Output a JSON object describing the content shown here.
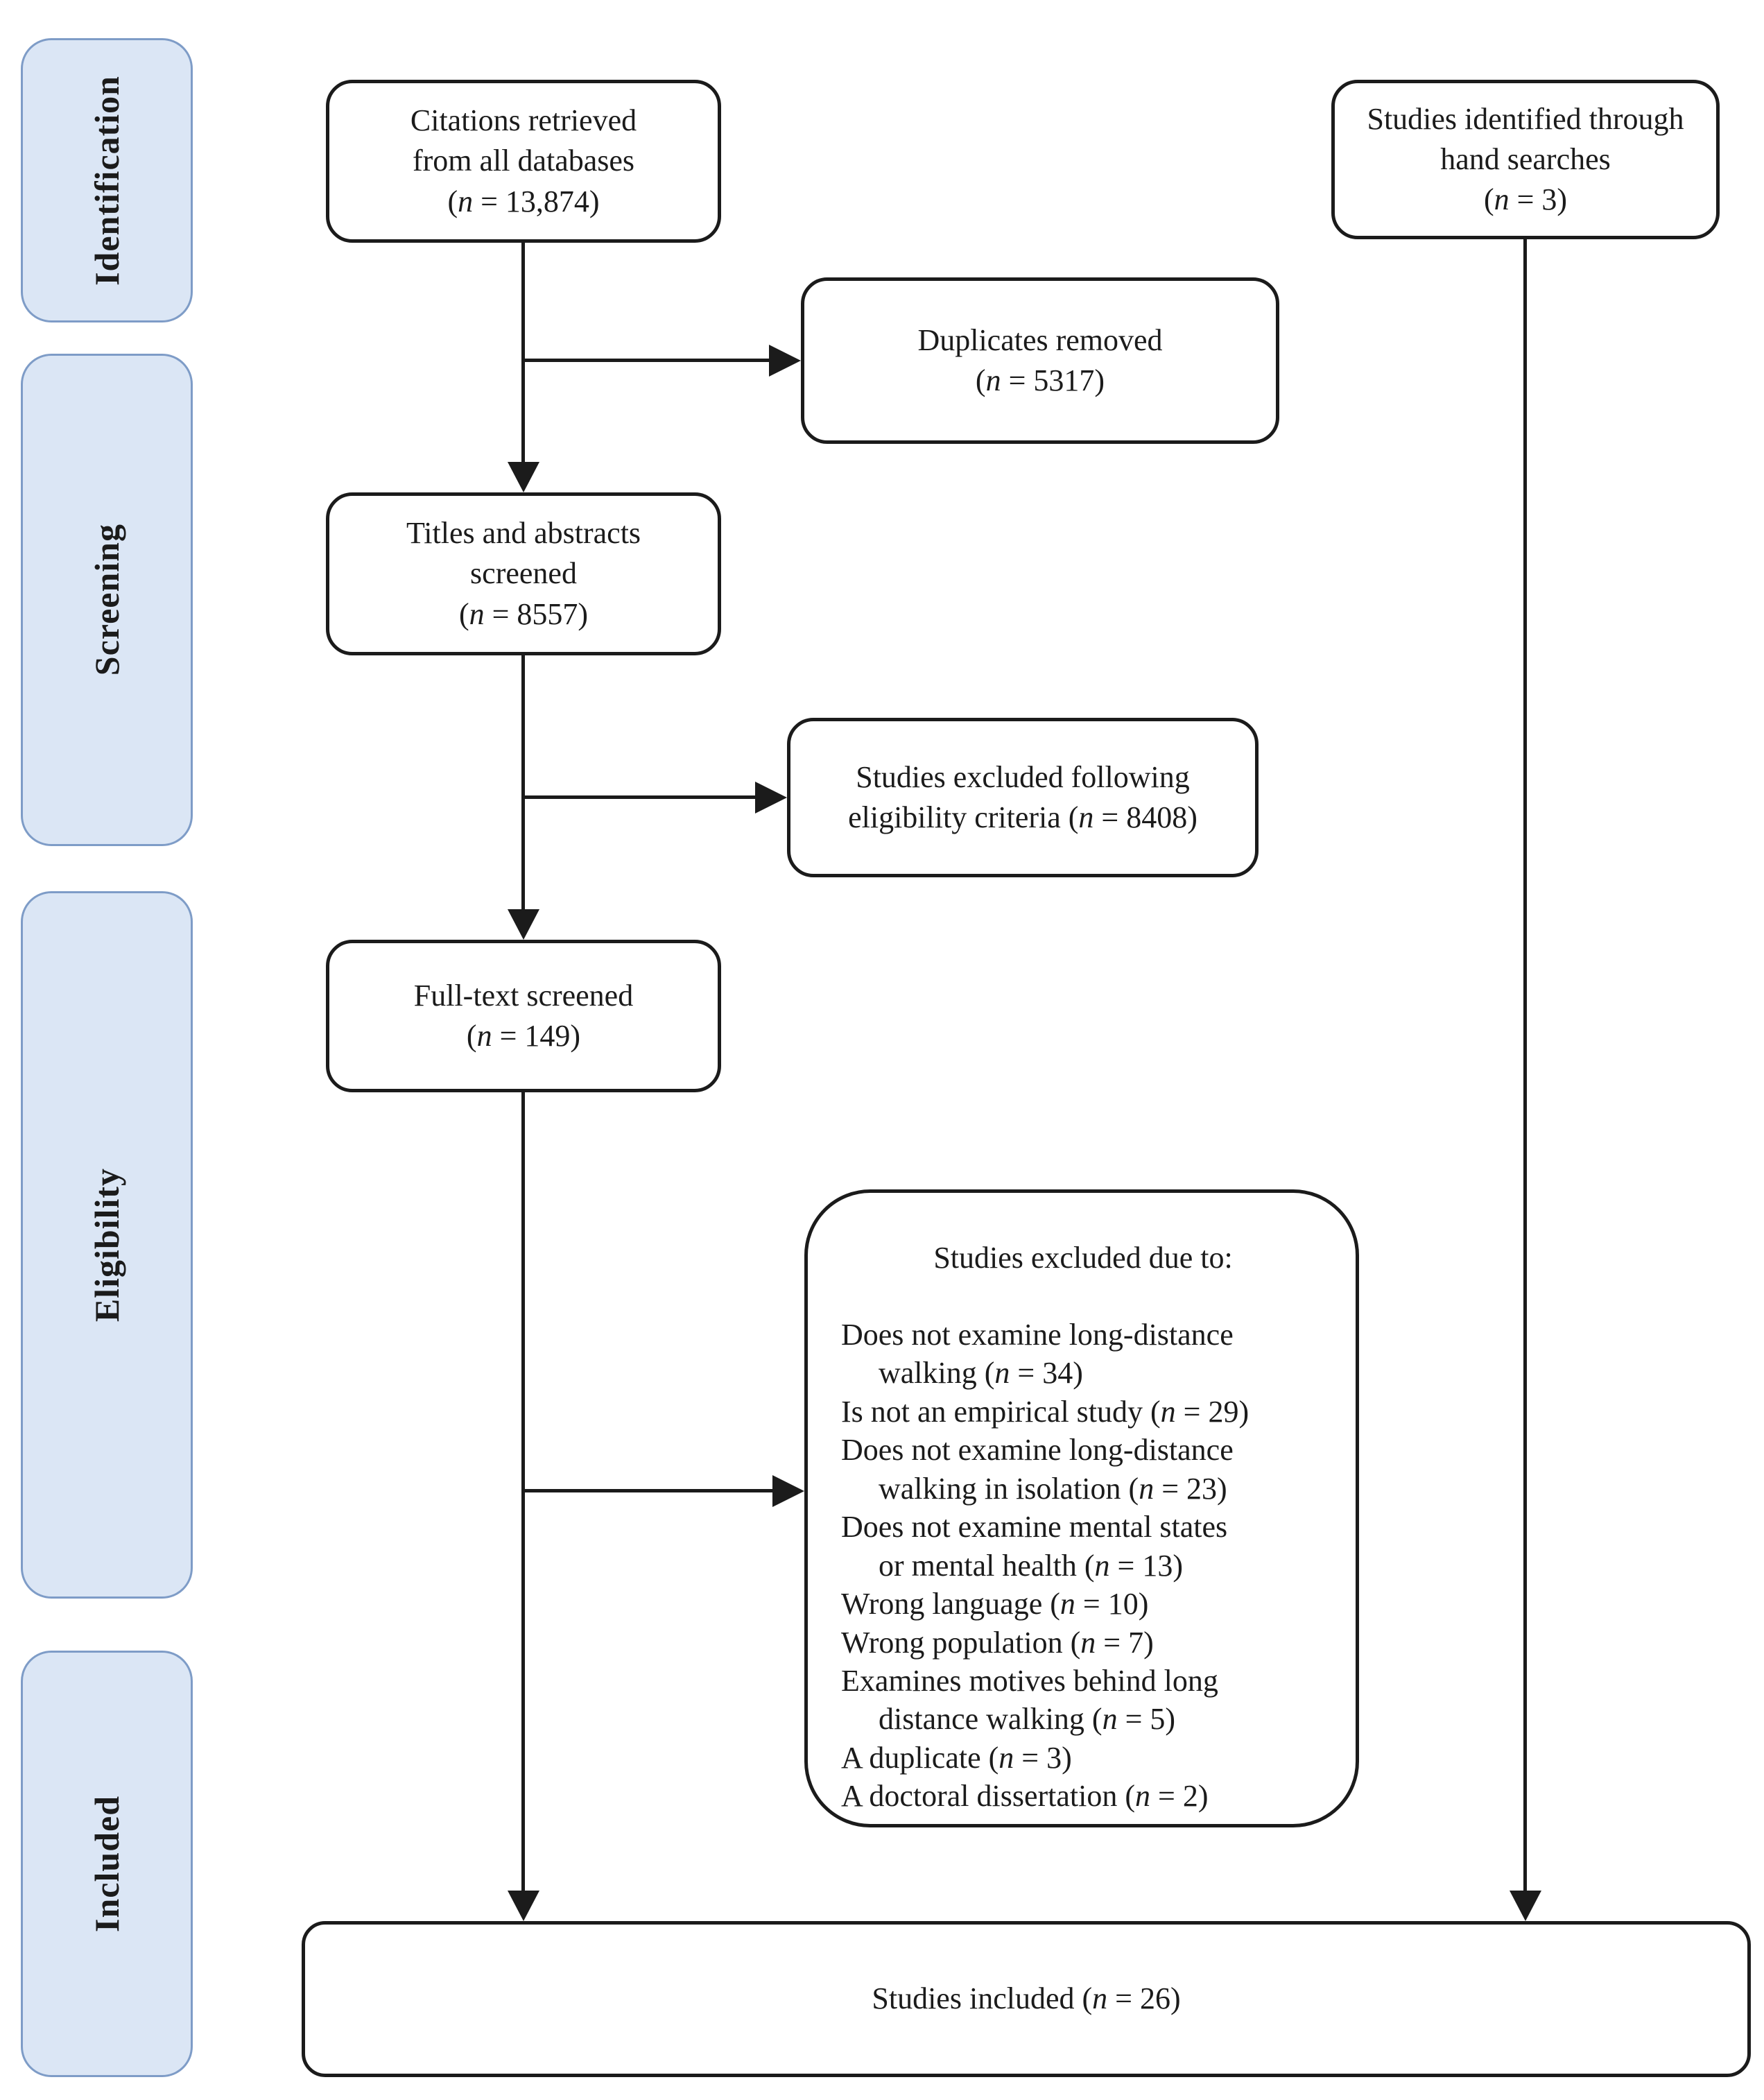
{
  "figure": {
    "kind": "PRISMA-style study selection flow diagram"
  },
  "sidebar": {
    "stages": [
      {
        "label": "Identification"
      },
      {
        "label": "Screening"
      },
      {
        "label": "Eligibility"
      },
      {
        "label": "Included"
      }
    ]
  },
  "boxes": {
    "citations": {
      "lines": [
        "Citations retrieved",
        "from all databases",
        "(n = 13,874)"
      ]
    },
    "hand_searches": {
      "lines": [
        "Studies identified through",
        "hand searches",
        "(n = 3)"
      ]
    },
    "duplicates": {
      "lines": [
        "Duplicates removed",
        "(n = 5317)"
      ]
    },
    "titles_abstracts": {
      "lines": [
        "Titles and abstracts",
        "screened",
        "(n = 8557)"
      ]
    },
    "excluded_eligibility": {
      "lines": [
        "Studies excluded following",
        "eligibility criteria (n = 8408)"
      ]
    },
    "fulltext": {
      "lines": [
        "Full-text screened",
        "(n = 149)"
      ]
    },
    "excluded_detail": {
      "title": "Studies excluded due to:",
      "reasons": [
        [
          "Does not examine long-distance",
          "walking (n = 34)"
        ],
        [
          "Is not an empirical study (n = 29)"
        ],
        [
          "Does not examine long-distance",
          "walking in isolation (n = 23)"
        ],
        [
          "Does not examine mental states",
          "or mental health (n = 13)"
        ],
        [
          "Wrong language (n = 10)"
        ],
        [
          "Wrong population (n = 7)"
        ],
        [
          "Examines motives behind long",
          "distance walking (n = 5)"
        ],
        [
          "A duplicate (n = 3)"
        ],
        [
          "A doctoral dissertation (n = 2)"
        ]
      ]
    },
    "included": {
      "lines": [
        "Studies included (n = 26)"
      ]
    }
  },
  "colors": {
    "stage_fill": "#dbe6f5",
    "stage_border": "#7e9cc7",
    "box_border": "#1b1b1b",
    "line_color": "#1b1b1b"
  }
}
